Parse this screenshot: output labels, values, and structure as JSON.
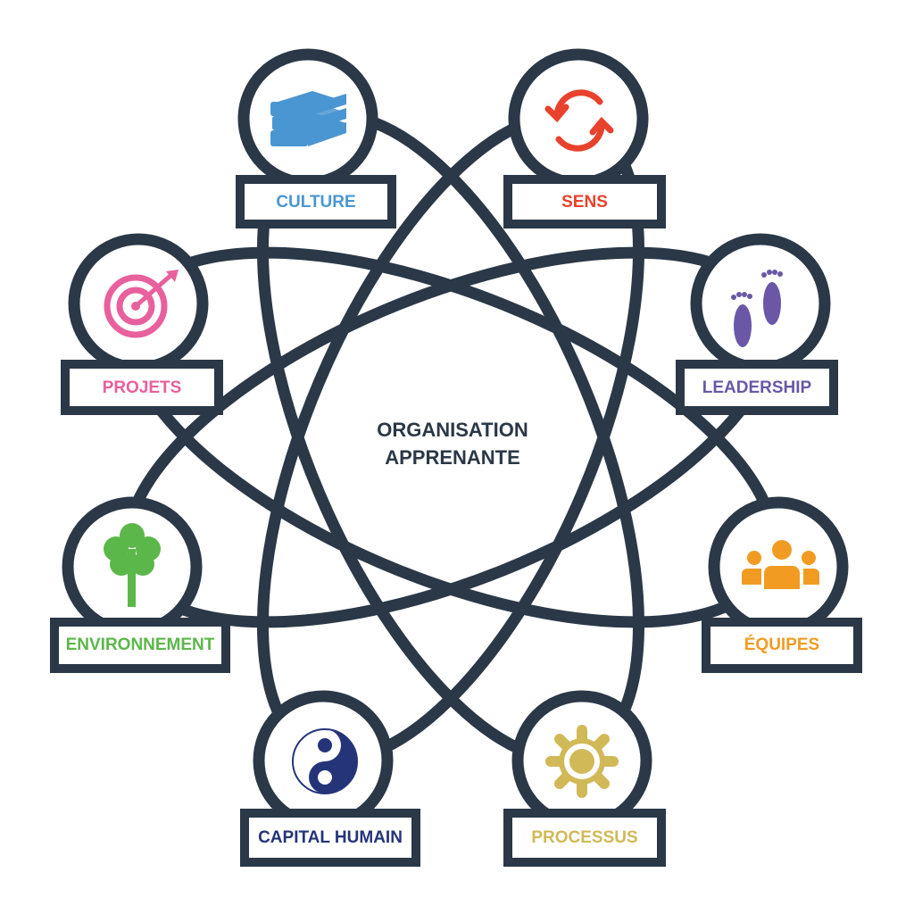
{
  "center": {
    "line1": "ORGANISATION",
    "line2": "APPRENANTE"
  },
  "colors": {
    "outline": "#2a3847",
    "culture": "#4a96d2",
    "sens": "#e8412c",
    "projets": "#e8609c",
    "leadership": "#6a58a6",
    "environnement": "#5cb74a",
    "equipes": "#f29b23",
    "capital_humain": "#253479",
    "processus": "#d1b957"
  },
  "nodes": [
    {
      "id": "culture",
      "label": "CULTURE",
      "icon": "books-icon"
    },
    {
      "id": "sens",
      "label": "SENS",
      "icon": "refresh-cycle-icon"
    },
    {
      "id": "projets",
      "label": "PROJETS",
      "icon": "target-icon"
    },
    {
      "id": "leadership",
      "label": "LEADERSHIP",
      "icon": "footprints-icon"
    },
    {
      "id": "environnement",
      "label": "ENVIRONNEMENT",
      "icon": "tree-icon"
    },
    {
      "id": "equipes",
      "label": "ÉQUIPES",
      "icon": "team-icon"
    },
    {
      "id": "capital_humain",
      "label": "CAPITAL HUMAIN",
      "icon": "yin-yang-icon"
    },
    {
      "id": "processus",
      "label": "PROCESSUS",
      "icon": "gear-icon"
    }
  ]
}
